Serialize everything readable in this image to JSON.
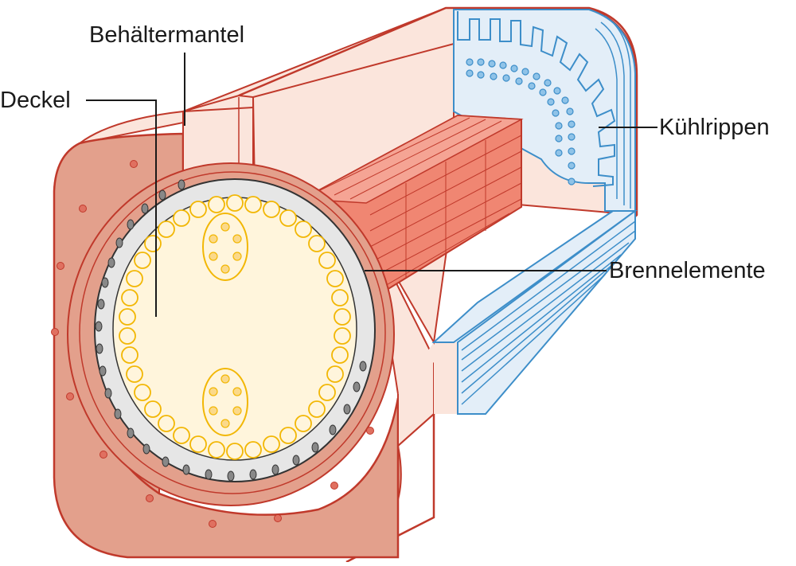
{
  "labels": {
    "behaeltermantel": "Behältermantel",
    "deckel": "Deckel",
    "kuehlrippen": "Kühlrippen",
    "brennelemente": "Brennelemente"
  },
  "colors": {
    "outline_red": "#c0392b",
    "shell_dark": "#e3a08c",
    "shell_light": "#fbe5dc",
    "fuel_red": "#f08672",
    "fin_blue": "#3d8ec9",
    "fin_fill": "#e3eef8",
    "lid_yellow": "#f2b705",
    "lid_fill": "#fff5dc",
    "leader": "#1a1a1a"
  },
  "icons": {
    "fuel_assembly": "fuel-elements-icon",
    "cooling_fins": "cooling-fins-icon",
    "lid": "lid-icon"
  }
}
